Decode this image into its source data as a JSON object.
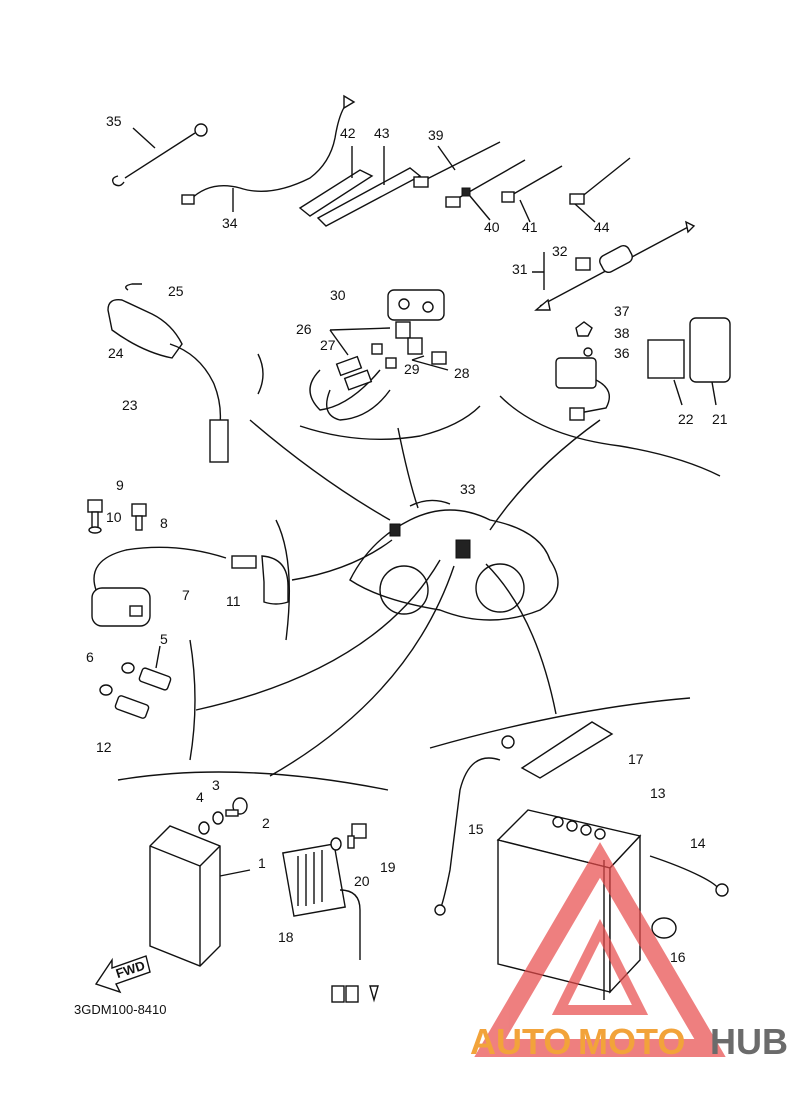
{
  "diagram": {
    "code": "3GDM100-8410",
    "fwd_label": "FWD",
    "callouts": [
      "1",
      "2",
      "3",
      "4",
      "5",
      "6",
      "7",
      "8",
      "9",
      "10",
      "11",
      "12",
      "13",
      "14",
      "15",
      "16",
      "17",
      "18",
      "19",
      "20",
      "21",
      "22",
      "23",
      "24",
      "25",
      "26",
      "27",
      "28",
      "29",
      "30",
      "31",
      "32",
      "33",
      "34",
      "35",
      "36",
      "37",
      "38",
      "39",
      "40",
      "41",
      "42",
      "43",
      "44"
    ]
  },
  "watermark": {
    "part1": "AUTO",
    "part2": "MOTO",
    "part3": "HUB",
    "color_orange": "#f2a33a",
    "color_red": "#e84a4a",
    "color_gray": "#6b6b6b"
  }
}
